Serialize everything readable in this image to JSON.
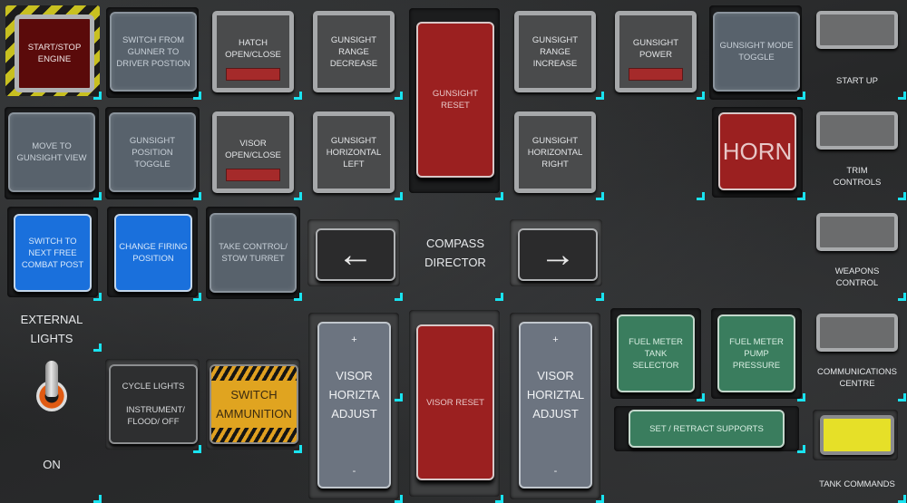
{
  "buttons": {
    "start_stop_engine": "START/STOP ENGINE",
    "switch_gunner_driver": "SWITCH FROM GUNNER TO DRIVER POSTION",
    "hatch": "HATCH OPEN/CLOSE",
    "gunsight_range_decrease": "GUNSIGHT RANGE DECREASE",
    "gunsight_reset": "GUNSIGHT RESET",
    "gunsight_range_increase": "GUNSIGHT RANGE INCREASE",
    "gunsight_power": "GUNSIGHT POWER",
    "gunsight_mode_toggle": "GUNSIGHT MODE TOGGLE",
    "move_to_gunsight": "MOVE TO GUNSIGHT VIEW",
    "gunsight_position_toggle": "GUNSIGHT POSITION TOGGLE",
    "visor_open_close": "VISOR OPEN/CLOSE",
    "gunsight_horizontal_left": "GUNSIGHT HORIZONTAL LEFT",
    "gunsight_horizontal_right": "GUNSIGHT HORIZONTAL RIGHT",
    "horn": "HORN",
    "switch_next_combat_post": "SWITCH TO NEXT FREE COMBAT POST",
    "change_firing_position": "CHANGE FIRING POSITION",
    "take_control_stow": "TAKE CONTROL/ STOW TURRET",
    "cycle_lights_title": "CYCLE LIGHTS",
    "cycle_lights_options": "INSTRUMENT/ FLOOD/ OFF",
    "switch_ammunition": "SWITCH AMMUNITION",
    "visor_horiz_adjust_left": "VISOR HORIZTA ADJUST",
    "visor_reset": "VISOR RESET",
    "visor_horiz_adjust_right": "VISOR HORIZTAL ADJUST",
    "plus": "+",
    "minus": "-",
    "fuel_tank_selector": "FUEL METER TANK SELECTOR",
    "fuel_pump_pressure": "FUEL METER PUMP PRESSURE",
    "set_retract_supports": "SET / RETRACT SUPPORTS"
  },
  "compass": {
    "label": "COMPASS DIRECTOR",
    "left_arrow": "←",
    "right_arrow": "→"
  },
  "external_lights": {
    "title": "EXTERNAL LIGHTS",
    "state": "ON"
  },
  "modes": [
    {
      "label": "START UP",
      "color": "#6b6c6d"
    },
    {
      "label": "TRIM CONTROLS",
      "color": "#6b6c6d"
    },
    {
      "label": "WEAPONS CONTROL",
      "color": "#6b6c6d"
    },
    {
      "label": "COMMUNICATIONS CENTRE",
      "color": "#6b6c6d"
    },
    {
      "label": "TANK COMMANDS",
      "color": "#e6e028"
    }
  ],
  "colors": {
    "accent_corner": "#19e3f0",
    "horn_red": "#9b2020",
    "blue": "#1a70dc",
    "green": "#3a7d5e",
    "hazard_yellow": "#c8c020"
  }
}
